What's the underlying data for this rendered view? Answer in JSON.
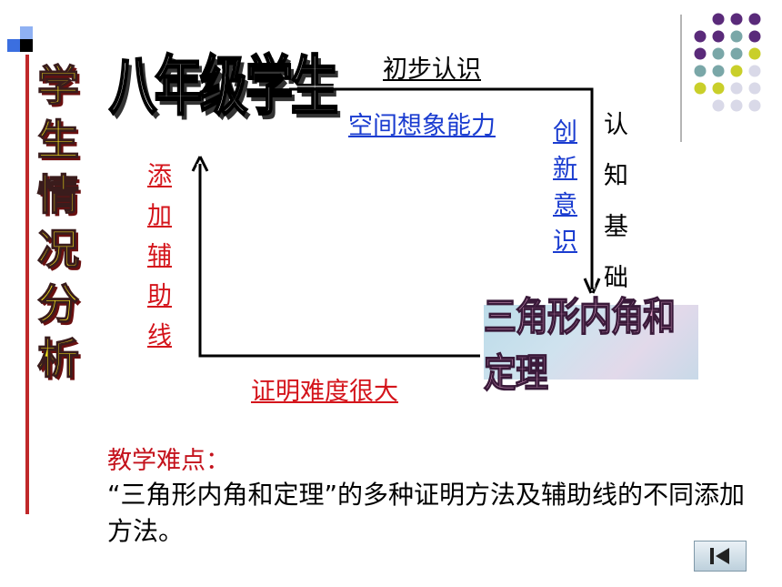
{
  "side_title": [
    "学",
    "生",
    "情",
    "况",
    "分",
    "析"
  ],
  "student_title": "八年级学生",
  "top_label": "初步认识",
  "space_label": "空间想象能力",
  "creative_label": [
    "创",
    "新",
    "意",
    "识"
  ],
  "cognitive_label": [
    "认",
    "知",
    "基",
    "础"
  ],
  "aux_label": [
    "添",
    "加",
    "辅",
    "助",
    "线"
  ],
  "theorem_box": "三角形内角和定理",
  "bottom_label": "证明难度很大",
  "difficulty": {
    "title": "教学难点：",
    "body": "“三角形内角和定理”的多种证明方法及辅助线的不同添加方法。"
  },
  "nav": {
    "icon": "first-slide-icon"
  },
  "colors": {
    "red": "#d4141b",
    "blue": "#1a3cd0",
    "yellow": "#f4e61b",
    "purple": "#5a2a7a",
    "teal": "#7aa7a8",
    "lime": "#c9cf2a",
    "lavender": "#d9d9e8"
  }
}
